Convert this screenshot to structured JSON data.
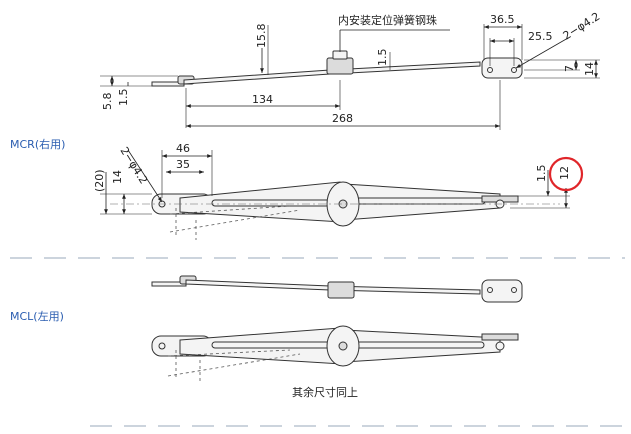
{
  "top_view": {
    "callout": "内安装定位弹簧钢珠",
    "dims": {
      "d15_8": "15.8",
      "d1_5_mid": "1.5",
      "d36_5": "36.5",
      "d25_5": "25.5",
      "d2phi4_2": "2−φ4.2",
      "d7": "7",
      "d14_r": "14",
      "d5_8": "5.8",
      "d1_5_left": "1.5",
      "d134": "134",
      "d268": "268"
    }
  },
  "mcr": {
    "label": "MCR(右用)",
    "dims": {
      "d2phi4_2": "2−φ4.2",
      "d46": "46",
      "d35": "35",
      "d20": "(20)",
      "d14": "14",
      "d1_5": "1.5",
      "d12": "12"
    },
    "highlight_color": "#e0262a"
  },
  "mcl": {
    "label": "MCL(左用)"
  },
  "footer_note": "其余尺寸同上",
  "colors": {
    "line": "#222222",
    "highlight": "#e0262a",
    "section_label": "#2a5db0",
    "separator": "#99aabb"
  }
}
